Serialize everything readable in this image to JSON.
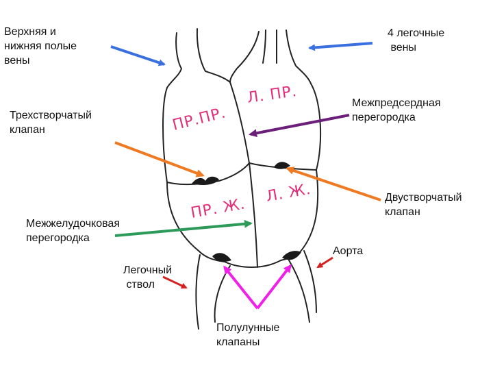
{
  "labels": {
    "vena_cava": "Верхняя и\nнижняя полые\nвены",
    "pulmonary_veins": "4 легочные\n вены",
    "tricuspid_valve": "Трехстворчатый\nклапан",
    "atrial_septum": "Межпредсердная\nперегородка",
    "mitral_valve": "Двустворчатый\nклапан",
    "ventricular_septum": "Межжелудочковая\nперегородка",
    "aorta": "Аорта",
    "pulmonary_trunk": "Легочный\n ствол",
    "semilunar_valves": "Полулунные\nклапаны"
  },
  "chambers": {
    "right_atrium": "ПР.ПР.",
    "left_atrium": "Л. ПР.",
    "right_ventricle": "ПР. Ж.",
    "left_ventricle": "Л. Ж."
  },
  "colors": {
    "blue_arrow": "#3a6fe0",
    "orange_arrow": "#f07a22",
    "purple_arrow": "#6b1e7a",
    "green_arrow": "#2e9a5a",
    "red_arrow": "#d42020",
    "magenta_arrow": "#f020e8",
    "chamber_text": "#e1307a",
    "outline": "#222222"
  }
}
